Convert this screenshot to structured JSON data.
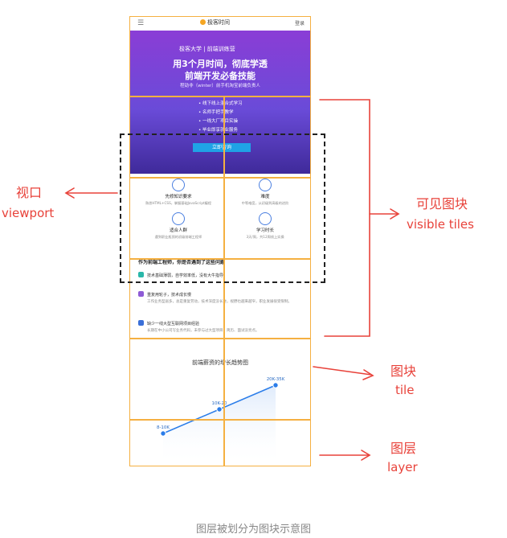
{
  "header": {
    "logo_text": "极客时间",
    "login": "登录",
    "menu_icon": "☰"
  },
  "hero": {
    "brand": "极客大学 | 前端训练营",
    "headline_line1": "用3个月时间，彻底学透",
    "headline_line2": "前端开发必备技能",
    "subtitle": "程劭非（winter）前手机淘宝前端负责人",
    "bullets": [
      "• 线下线上混合式学习",
      "• 名师手把手教学",
      "• 一线大厂项目实操",
      "• 毕业即享就业服务"
    ],
    "cta": "立即咨询"
  },
  "features": [
    {
      "title": "先修知识要求",
      "desc": "熟悉HTML+CSS，掌握基础JavaScript编程"
    },
    {
      "title": "难度",
      "desc": "中等难度，从初级到高级的进阶"
    },
    {
      "title": "适合人群",
      "desc": "遇到职业瓶颈的初级前端工程师"
    },
    {
      "title": "学习时长",
      "desc": "3天/周，共12周线上实操"
    }
  ],
  "problems_title": "作为前端工程师，你是否遇到了这些问题",
  "problems": [
    {
      "title": "技术基础薄弱，自学效率低，没有大牛指导",
      "desc": ""
    },
    {
      "title": "重复用轮子，技术成长慢",
      "desc": "工作业务型居多，总是重复劳动，技术深度没长进，视野也越来越窄，职业发展很受限制。"
    },
    {
      "title": "缺少一线大型互联网项目经验",
      "desc": "长期在中小公司写业务代码，未参与过大型项目，简历、面试没亮点。"
    }
  ],
  "chart_title": "前端薪资的增长趋势图",
  "chart_data": {
    "type": "line",
    "title": "前端薪资的增长趋势图",
    "categories": [
      "8-10K",
      "10K-20K",
      "20K-35K"
    ],
    "point_labels": [
      "8-10K",
      "10K-20",
      "20K-35K"
    ],
    "values": [
      1,
      2,
      3
    ]
  },
  "annotations": {
    "viewport_cn": "视口",
    "viewport_en": "viewport",
    "visible_cn": "可见图块",
    "visible_en": "visible tiles",
    "tile_cn": "图块",
    "tile_en": "tile",
    "layer_cn": "图层",
    "layer_en": "layer"
  },
  "caption": "图层被划分为图块示意图",
  "colors": {
    "annotation": "#e8423a",
    "tile_border": "#f5b041",
    "hero_top": "#8a3dd6",
    "cta": "#1fa3e6",
    "chart_line": "#2b7de9"
  }
}
